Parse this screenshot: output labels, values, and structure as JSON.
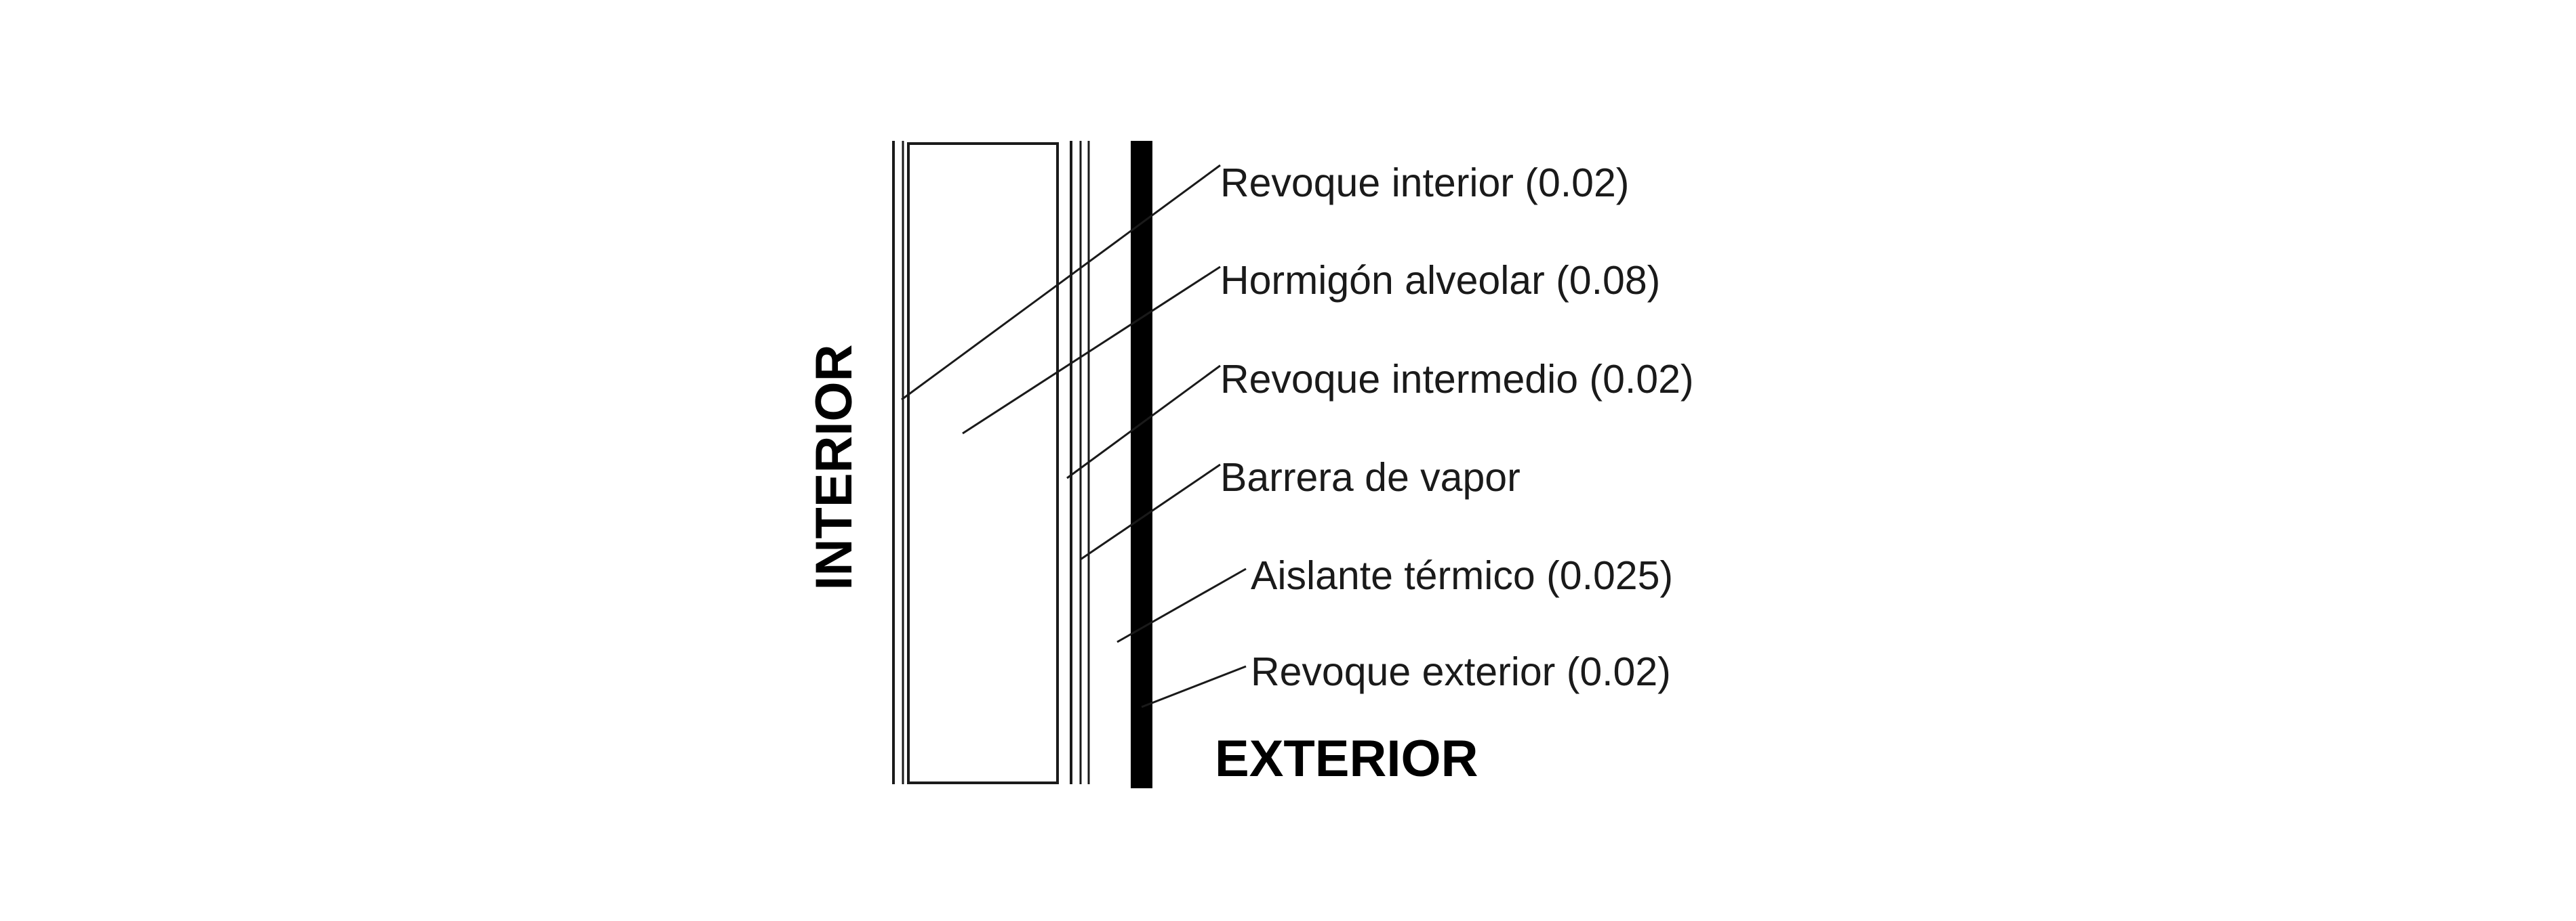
{
  "diagram": {
    "side_labels": {
      "interior": "INTERIOR",
      "exterior": "EXTERIOR"
    },
    "layers": [
      {
        "label": "Revoque interior (0.02)"
      },
      {
        "label": "Hormigón alveolar (0.08)"
      },
      {
        "label": "Revoque intermedio (0.02)"
      },
      {
        "label": "Barrera de vapor"
      },
      {
        "label": "Aislante térmico (0.025)"
      },
      {
        "label": "Revoque exterior (0.02)"
      }
    ],
    "colors": {
      "line": "#1a1a1a",
      "exterior_finish": "#000000",
      "background": "#ffffff"
    }
  }
}
